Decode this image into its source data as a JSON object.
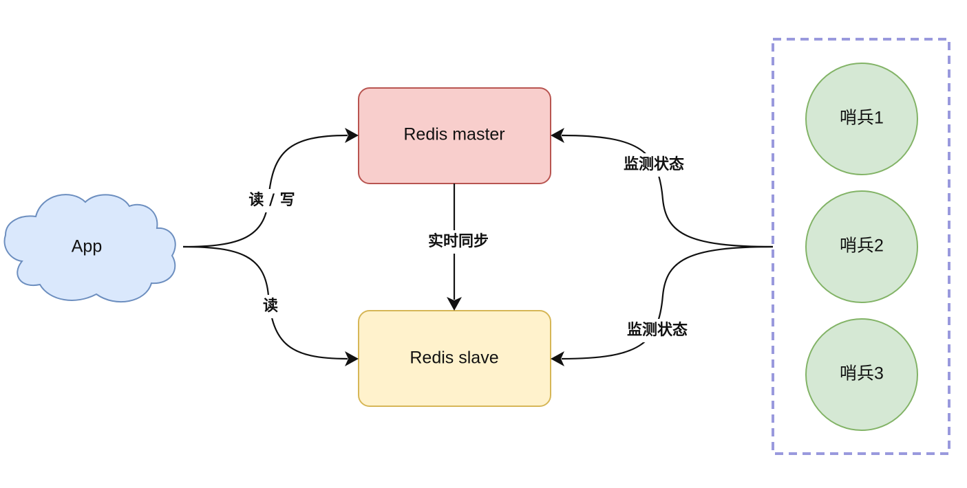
{
  "colors": {
    "master_fill": "#f8cecc",
    "master_stroke": "#b85450",
    "slave_fill": "#fff2cc",
    "slave_stroke": "#d6b656",
    "app_fill": "#dae8fc",
    "app_stroke": "#6c8ebf",
    "sentinel_fill": "#d5e8d4",
    "sentinel_stroke": "#82b366",
    "group_border": "#9999dd",
    "edge": "#111111"
  },
  "nodes": {
    "app": {
      "label": "App",
      "shape": "cloud"
    },
    "master": {
      "label": "Redis master"
    },
    "slave": {
      "label": "Redis slave"
    },
    "sentinels": [
      {
        "label": "哨兵1"
      },
      {
        "label": "哨兵2"
      },
      {
        "label": "哨兵3"
      }
    ]
  },
  "edges": {
    "app_to_master": {
      "label": "读 / 写"
    },
    "app_to_slave": {
      "label": "读"
    },
    "master_to_slave": {
      "label": "实时同步"
    },
    "sentinels_to_master": {
      "label": "监测状态"
    },
    "sentinels_to_slave": {
      "label": "监测状态"
    }
  }
}
